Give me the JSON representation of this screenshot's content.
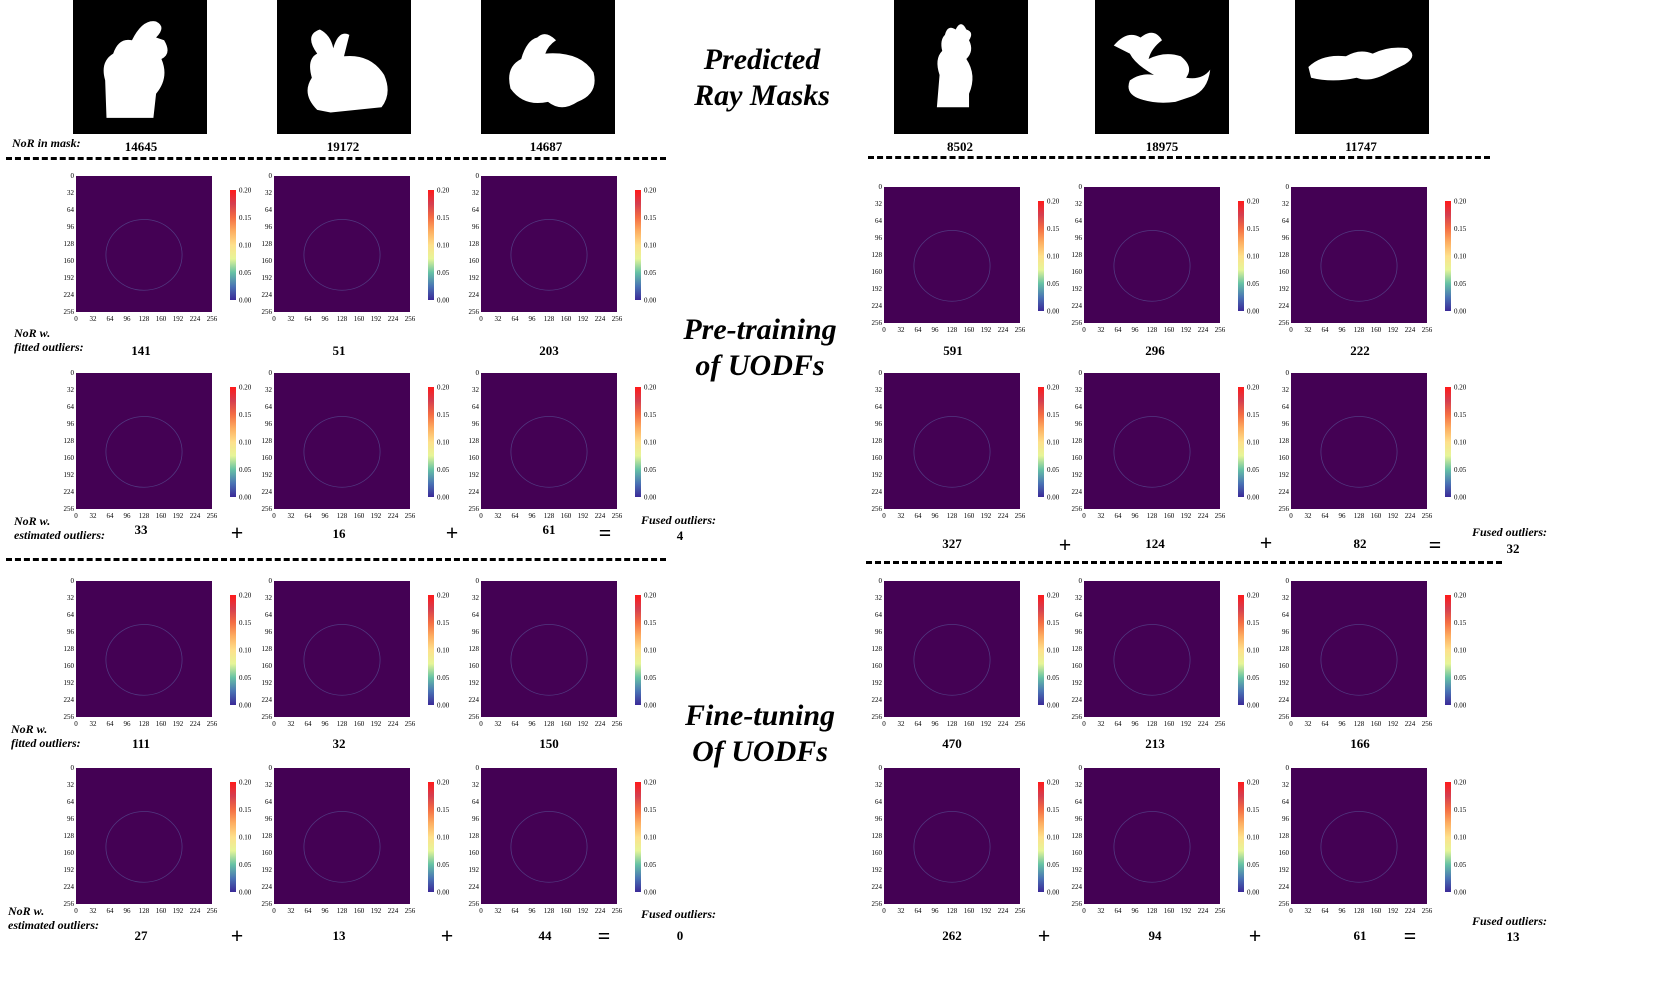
{
  "titles": {
    "masks": "Predicted\nRay Masks",
    "pretrain": "Pre-training\nof UODFs",
    "finetune": "Fine-tuning\nOf UODFs"
  },
  "row_labels": {
    "nor_mask": "NoR in mask:",
    "nor_fitted": "NoR w.\nfitted outliers:",
    "nor_fitted_ft": "NoR w.\nfitted  outliers:",
    "nor_estimated": "NoR w.\nestimated outliers:",
    "fused": "Fused outliers:"
  },
  "mask_counts": [
    "14645",
    "19172",
    "14687",
    "8502",
    "18975",
    "11747"
  ],
  "pretrain": {
    "fitted": [
      "141",
      "51",
      "203",
      "591",
      "296",
      "222"
    ],
    "estimated": [
      "33",
      "16",
      "61",
      "327",
      "124",
      "82"
    ],
    "fused": [
      "4",
      "32"
    ]
  },
  "finetune": {
    "fitted": [
      "111",
      "32",
      "150",
      "470",
      "213",
      "166"
    ],
    "estimated": [
      "27",
      "13",
      "44",
      "262",
      "94",
      "61"
    ],
    "fused": [
      "0",
      "13"
    ]
  },
  "operators": {
    "plus": "+",
    "equals": "="
  },
  "heatmap": {
    "axis_ticks": [
      "0",
      "32",
      "64",
      "96",
      "128",
      "160",
      "192",
      "224",
      "256"
    ],
    "colorbar_ticks": [
      "0.00",
      "0.05",
      "0.10",
      "0.15",
      "0.20"
    ],
    "colorbar_range": [
      0.0,
      0.2
    ],
    "background_color": "#440154",
    "colormap": [
      "#3b2a98",
      "#4a74b4",
      "#66c2a5",
      "#e6f598",
      "#fee08b",
      "#fdae61",
      "#f46d43",
      "#d53e4f",
      "#ff1a1a"
    ]
  }
}
